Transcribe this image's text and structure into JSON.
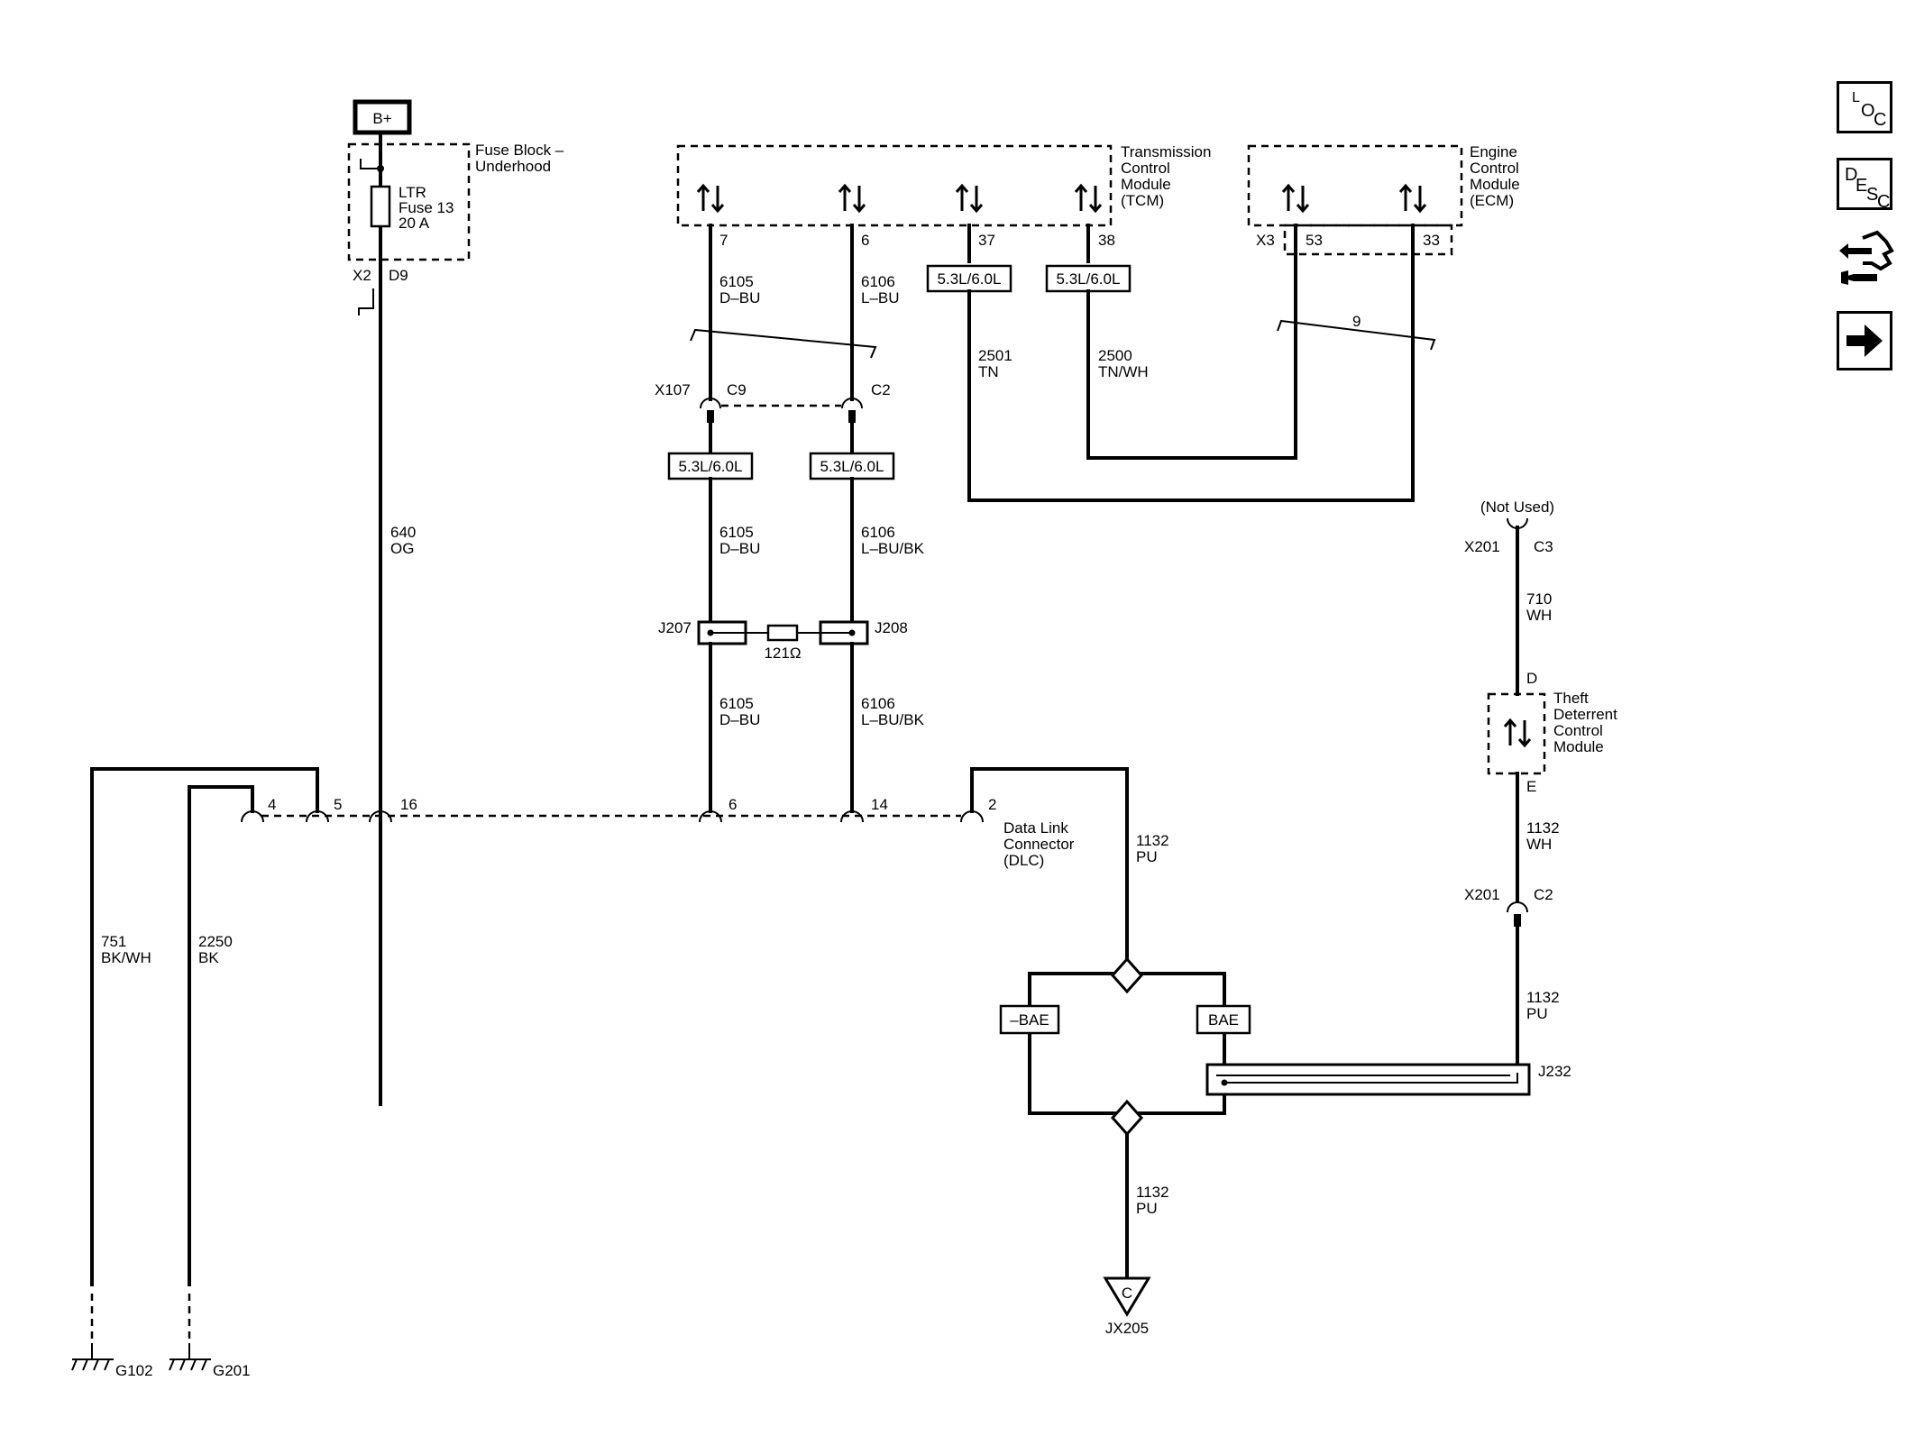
{
  "nav": {
    "loc": {
      "l1": "L",
      "l2": "O",
      "l3": "C"
    },
    "desc": {
      "l1": "D",
      "l2": "E",
      "l3": "S",
      "l4": "C"
    },
    "icons": {
      "component_view": "connector-wrench-icon",
      "next": "arrow-right-icon"
    }
  },
  "power": {
    "source": "B+"
  },
  "fuse_block": {
    "name_l1": "Fuse Block –",
    "name_l2": "Underhood",
    "fuse_l1": "LTR",
    "fuse_l2": "Fuse 13",
    "fuse_l3": "20 A",
    "conn": "X2",
    "pin": "D9"
  },
  "tcm": {
    "name_l1": "Transmission",
    "name_l2": "Control",
    "name_l3": "Module",
    "name_l4": "(TCM)",
    "pins": [
      "7",
      "6",
      "37",
      "38"
    ]
  },
  "ecm": {
    "name_l1": "Engine",
    "name_l2": "Control",
    "name_l3": "Module",
    "name_l4": "(ECM)",
    "conn": "X3",
    "pins": [
      "53",
      "33"
    ]
  },
  "option_label": "5.3L/6.0L",
  "twist_count": "9",
  "wires": {
    "w6105_top": {
      "num": "6105",
      "color": "D–BU"
    },
    "w6106_top": {
      "num": "6106",
      "color": "L–BU"
    },
    "w2501": {
      "num": "2501",
      "color": "TN"
    },
    "w2500": {
      "num": "2500",
      "color": "TN/WH"
    },
    "w6105_mid": {
      "num": "6105",
      "color": "D–BU"
    },
    "w6106_mid": {
      "num": "6106",
      "color": "L–BU/BK"
    },
    "w6105_low": {
      "num": "6105",
      "color": "D–BU"
    },
    "w6106_low": {
      "num": "6106",
      "color": "L–BU/BK"
    },
    "w640": {
      "num": "640",
      "color": "OG"
    },
    "w751": {
      "num": "751",
      "color": "BK/WH"
    },
    "w2250": {
      "num": "2250",
      "color": "BK"
    },
    "w1132_dlc": {
      "num": "1132",
      "color": "PU"
    },
    "w1132_bot": {
      "num": "1132",
      "color": "PU"
    },
    "w710": {
      "num": "710",
      "color": "WH"
    },
    "w1132_tdcm": {
      "num": "1132",
      "color": "WH"
    },
    "w1132_j232": {
      "num": "1132",
      "color": "PU"
    }
  },
  "x107": {
    "conn": "X107",
    "pin_a": "C9",
    "pin_b": "C2"
  },
  "splices": {
    "j207": "J207",
    "j208": "J208",
    "resistor": "121Ω",
    "j232": "J232"
  },
  "dlc": {
    "name_l1": "Data Link",
    "name_l2": "Connector",
    "name_l3": "(DLC)",
    "pins": [
      "4",
      "5",
      "16",
      "6",
      "14",
      "2"
    ]
  },
  "bae": {
    "neg": "–BAE",
    "pos": "BAE"
  },
  "ground_ref": {
    "letter": "C",
    "name": "JX205"
  },
  "grounds": {
    "g1": "G102",
    "g2": "G201"
  },
  "tdcm": {
    "name_l1": "Theft",
    "name_l2": "Deterrent",
    "name_l3": "Control",
    "name_l4": "Module",
    "pin_top": "D",
    "pin_bot": "E"
  },
  "x201": {
    "not_used": "(Not Used)",
    "conn_top": "X201",
    "pin_top": "C3",
    "conn_bot": "X201",
    "pin_bot": "C2"
  }
}
